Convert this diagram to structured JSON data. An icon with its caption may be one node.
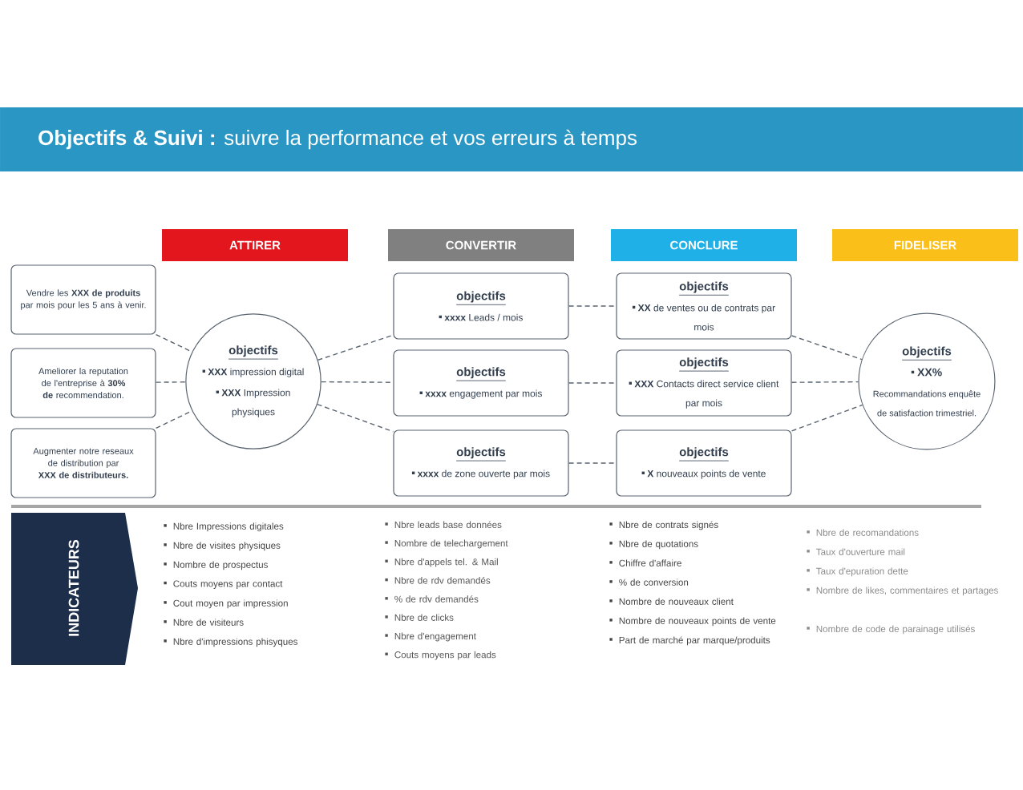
{
  "diagram": {
    "title": "**Objectifs & Suivi :** suivre la performance et vos erreurs à temps",
    "nodes": [
      {
        "text": [
          "ATTIRER"
        ]
      },
      {
        "text": [
          "CONVERTIR"
        ]
      },
      {
        "text": [
          "CONCLURE"
        ]
      },
      {
        "text": [
          "FIDELISER"
        ]
      },
      {
        "text": [
          "Vendre les **XXX de produits** par mois pour les 5 ans à venir."
        ]
      },
      {
        "text": [
          "Ameliorer la reputation de l'entreprise à **30% de** recommendation."
        ]
      },
      {
        "text": [
          "Augmenter notre reseaux de distribution par **XXX de distributeurs.**"
        ]
      },
      {
        "text": [
          "objectifs",
          "**XXX** impression digital",
          "**XXX** Impression physiques"
        ]
      },
      {
        "text": [
          "objectifs",
          "**xxxx** Leads / mois"
        ]
      },
      {
        "text": [
          "objectifs",
          "**xxxx** engagement par mois"
        ]
      },
      {
        "text": [
          "objectifs",
          "**xxxx** de zone ouverte par mois"
        ]
      },
      {
        "text": [
          "objectifs",
          "**XX** de ventes ou de contrats par mois"
        ]
      },
      {
        "text": [
          "objectifs",
          "**XXX** Contacts direct service client par mois"
        ]
      },
      {
        "text": [
          "objectifs",
          "**X** nouveaux points de vente"
        ]
      },
      {
        "text": [
          "objectifs",
          "XX%",
          "Recommandations enquête de satisfaction trimestriel."
        ]
      },
      {
        "text": [
          "INDICATEURS"
        ]
      }
    ],
    "edges": [
      {
        "from": 4,
        "to": 7,
        "arrow": "none",
        "style": "dashed"
      },
      {
        "from": 5,
        "to": 7,
        "arrow": "none",
        "style": "dashed"
      },
      {
        "from": 6,
        "to": 7,
        "arrow": "none",
        "style": "dashed"
      },
      {
        "from": 7,
        "to": 8,
        "arrow": "none",
        "style": "dashed"
      },
      {
        "from": 7,
        "to": 9,
        "arrow": "none",
        "style": "dashed"
      },
      {
        "from": 7,
        "to": 10,
        "arrow": "none",
        "style": "dashed"
      },
      {
        "from": 8,
        "to": 11,
        "arrow": "none",
        "style": "dashed"
      },
      {
        "from": 9,
        "to": 12,
        "arrow": "none",
        "style": "dashed"
      },
      {
        "from": 10,
        "to": 13,
        "arrow": "none",
        "style": "dashed"
      },
      {
        "from": 11,
        "to": 14,
        "arrow": "none",
        "style": "dashed"
      },
      {
        "from": 12,
        "to": 14,
        "arrow": "none",
        "style": "dashed"
      },
      {
        "from": 13,
        "to": 14,
        "arrow": "none",
        "style": "dashed"
      }
    ],
    "labels": [
      "Nbre Impressions digitales",
      "Nbre de visites physiques",
      "Nombre de prospectus",
      "Couts moyens par contact",
      "Cout moyen par impression",
      "Nbre de visiteurs",
      "Nbre d'impressions phisyques",
      "Nbre leads base données",
      "Nombre de telechargement",
      "Nbre d'appels tel. & Mail",
      "Nbre de rdv demandés",
      "% de rdv demandés",
      "Nbre de clicks",
      "Nbre d'engagement",
      "Couts moyens par leads",
      "Nbre de contrats signés",
      "Nbre de quotations",
      "Chiffre d'affaire",
      "% de conversion",
      "Nombre de nouveaux client",
      "Nombre de nouveaux points de vente",
      "Part de marché par marque/produits",
      "Nbre de recomandations",
      "Taux d'ouverture mail",
      "Taux d'epuration dette",
      "Nombre de likes, commentaires et partages",
      "Nombre de code de parainage utilisés"
    ]
  }
}
